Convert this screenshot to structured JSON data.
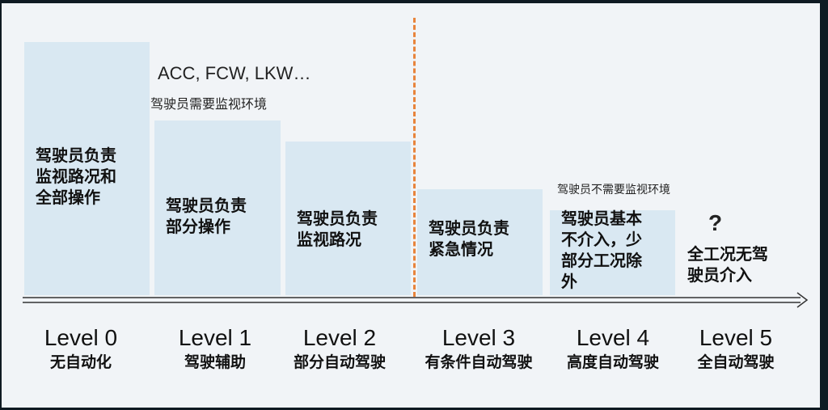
{
  "notes": {
    "adas_examples": "ACC, FCW, LKW…",
    "monitor_required": "驾驶员需要监视环境",
    "monitor_not_required": "驾驶员不需要监视环境",
    "question_mark": "?"
  },
  "levels": [
    {
      "label": "Level 0",
      "name": "无自动化",
      "description": [
        "驾驶员负责",
        "监视路况和",
        "全部操作"
      ]
    },
    {
      "label": "Level 1",
      "name": "驾驶辅助",
      "description": [
        "驾驶员负责",
        "部分操作"
      ]
    },
    {
      "label": "Level 2",
      "name": "部分自动驾驶",
      "description": [
        "驾驶员负责",
        "监视路况"
      ]
    },
    {
      "label": "Level 3",
      "name": "有条件自动驾驶",
      "description": [
        "驾驶员负责",
        "紧急情况"
      ]
    },
    {
      "label": "Level 4",
      "name": "高度自动驾驶",
      "description": [
        "驾驶员基本",
        "不介入，少",
        "部分工况除",
        "外"
      ]
    },
    {
      "label": "Level 5",
      "name": "全自动驾驶",
      "description": [
        "全工况无驾",
        "驶员介入"
      ]
    }
  ],
  "colors": {
    "bar": "#d9e8f2",
    "divider": "#e8843c",
    "background": "#f1f4f7"
  }
}
